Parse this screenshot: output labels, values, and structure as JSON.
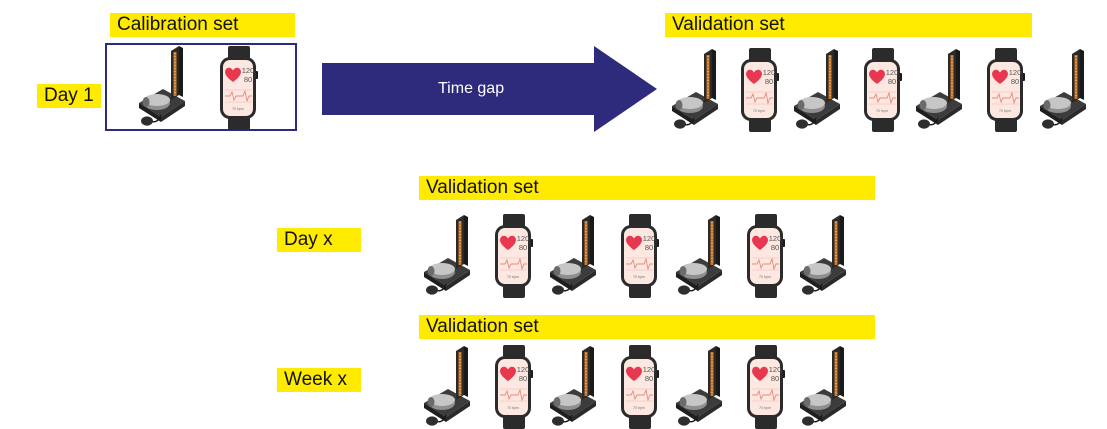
{
  "labels": {
    "calibration_set": "Calibration set",
    "day1": "Day 1",
    "time_gap": "Time gap",
    "validation_set_1": "Validation set",
    "day_x": "Day x",
    "validation_set_2": "Validation set",
    "week_x": "Week x",
    "validation_set_3": "Validation set"
  },
  "watch": {
    "sys": "120",
    "dia": "80",
    "hr": "70 bpm"
  },
  "colors": {
    "highlight": "#ffeb00",
    "arrow": "#2e2a7c",
    "box_border": "#2e2a7c",
    "heart": "#e8384f",
    "watch_screen": "#fde7e1"
  },
  "icons": {
    "sphygmomanometer": "sphygmomanometer-icon",
    "smartwatch": "smartwatch-icon"
  },
  "sequences": {
    "calibration": [
      "sphygmomanometer",
      "smartwatch"
    ],
    "validation": [
      "sphygmomanometer",
      "smartwatch",
      "sphygmomanometer",
      "smartwatch",
      "sphygmomanometer",
      "smartwatch",
      "sphygmomanometer"
    ]
  }
}
